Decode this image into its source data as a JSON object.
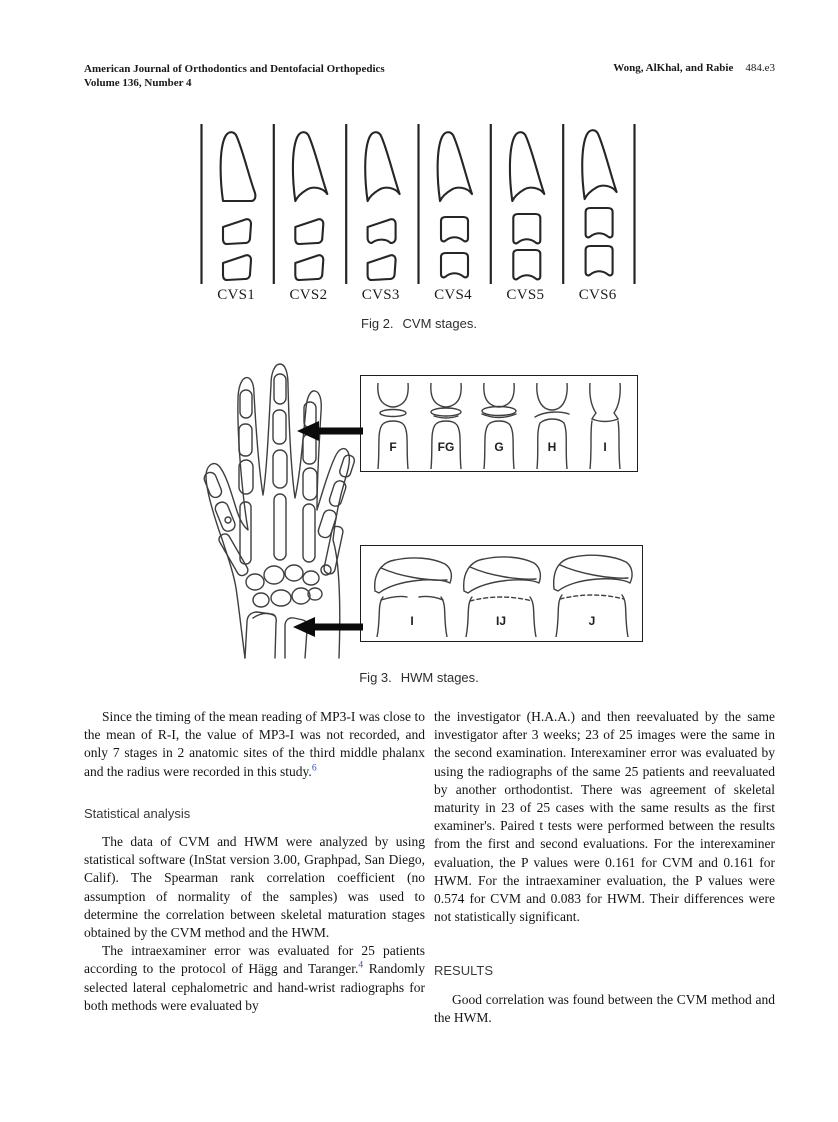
{
  "header": {
    "journal_line1": "American Journal of Orthodontics and Dentofacial Orthopedics",
    "journal_line2": "Volume 136, Number 4",
    "authors": "Wong, AlKhal, and Rabie",
    "page_number": "484.e3"
  },
  "fig2": {
    "caption_label": "Fig 2.",
    "caption_text": "CVM stages.",
    "stage_labels": [
      "CVS1",
      "CVS2",
      "CVS3",
      "CVS4",
      "CVS5",
      "CVS6"
    ]
  },
  "fig3": {
    "caption_label": "Fig 3.",
    "caption_text": "HWM stages.",
    "phalanx_stage_labels": [
      "F",
      "FG",
      "G",
      "H",
      "I"
    ],
    "radius_stage_labels": [
      "I",
      "IJ",
      "J"
    ]
  },
  "body": {
    "left": {
      "p1_text": "Since the timing of the mean reading of MP3-I was close to the mean of R-I, the value of MP3-I was not recorded, and only 7 stages in 2 anatomic sites of the third middle phalanx and the radius were recorded in this study.",
      "p1_ref": "6",
      "heading": "Statistical analysis",
      "p2_text": "The data of CVM and HWM were analyzed by using statistical software (InStat version 3.00, Graphpad, San Diego, Calif). The Spearman rank correlation coefficient (no assumption of normality of the samples) was used to determine the correlation between skeletal maturation stages obtained by the CVM method and the HWM.",
      "p3_text_before": "The intraexaminer error was evaluated for 25 patients according to the protocol of Hägg and Taranger.",
      "p3_ref": "4",
      "p3_text_after": " Randomly selected lateral cephalometric and hand-wrist radiographs for both methods were evaluated by"
    },
    "right": {
      "p1_text": "the investigator (H.A.A.) and then reevaluated by the same investigator after 3 weeks; 23 of 25 images were the same in the second examination. Interexaminer error was evaluated by using the radiographs of the same 25 patients and reevaluated by another orthodontist. There was agreement of skeletal maturity in 23 of 25 cases with the same results as the first examiner's. Paired t tests were performed between the results from the first and second evaluations. For the interexaminer evaluation, the P values were 0.161 for CVM and 0.161 for HWM. For the intraexaminer evaluation, the P values were 0.574 for CVM and 0.083 for HWM. Their differences were not statistically significant.",
      "heading": "RESULTS",
      "p2_text": "Good correlation was found between the CVM method and the HWM."
    }
  },
  "colors": {
    "reference_link": "#2853c0",
    "heading_text": "#3a3a3a",
    "body_text": "#141414",
    "line_art": "#3f3f3f"
  }
}
